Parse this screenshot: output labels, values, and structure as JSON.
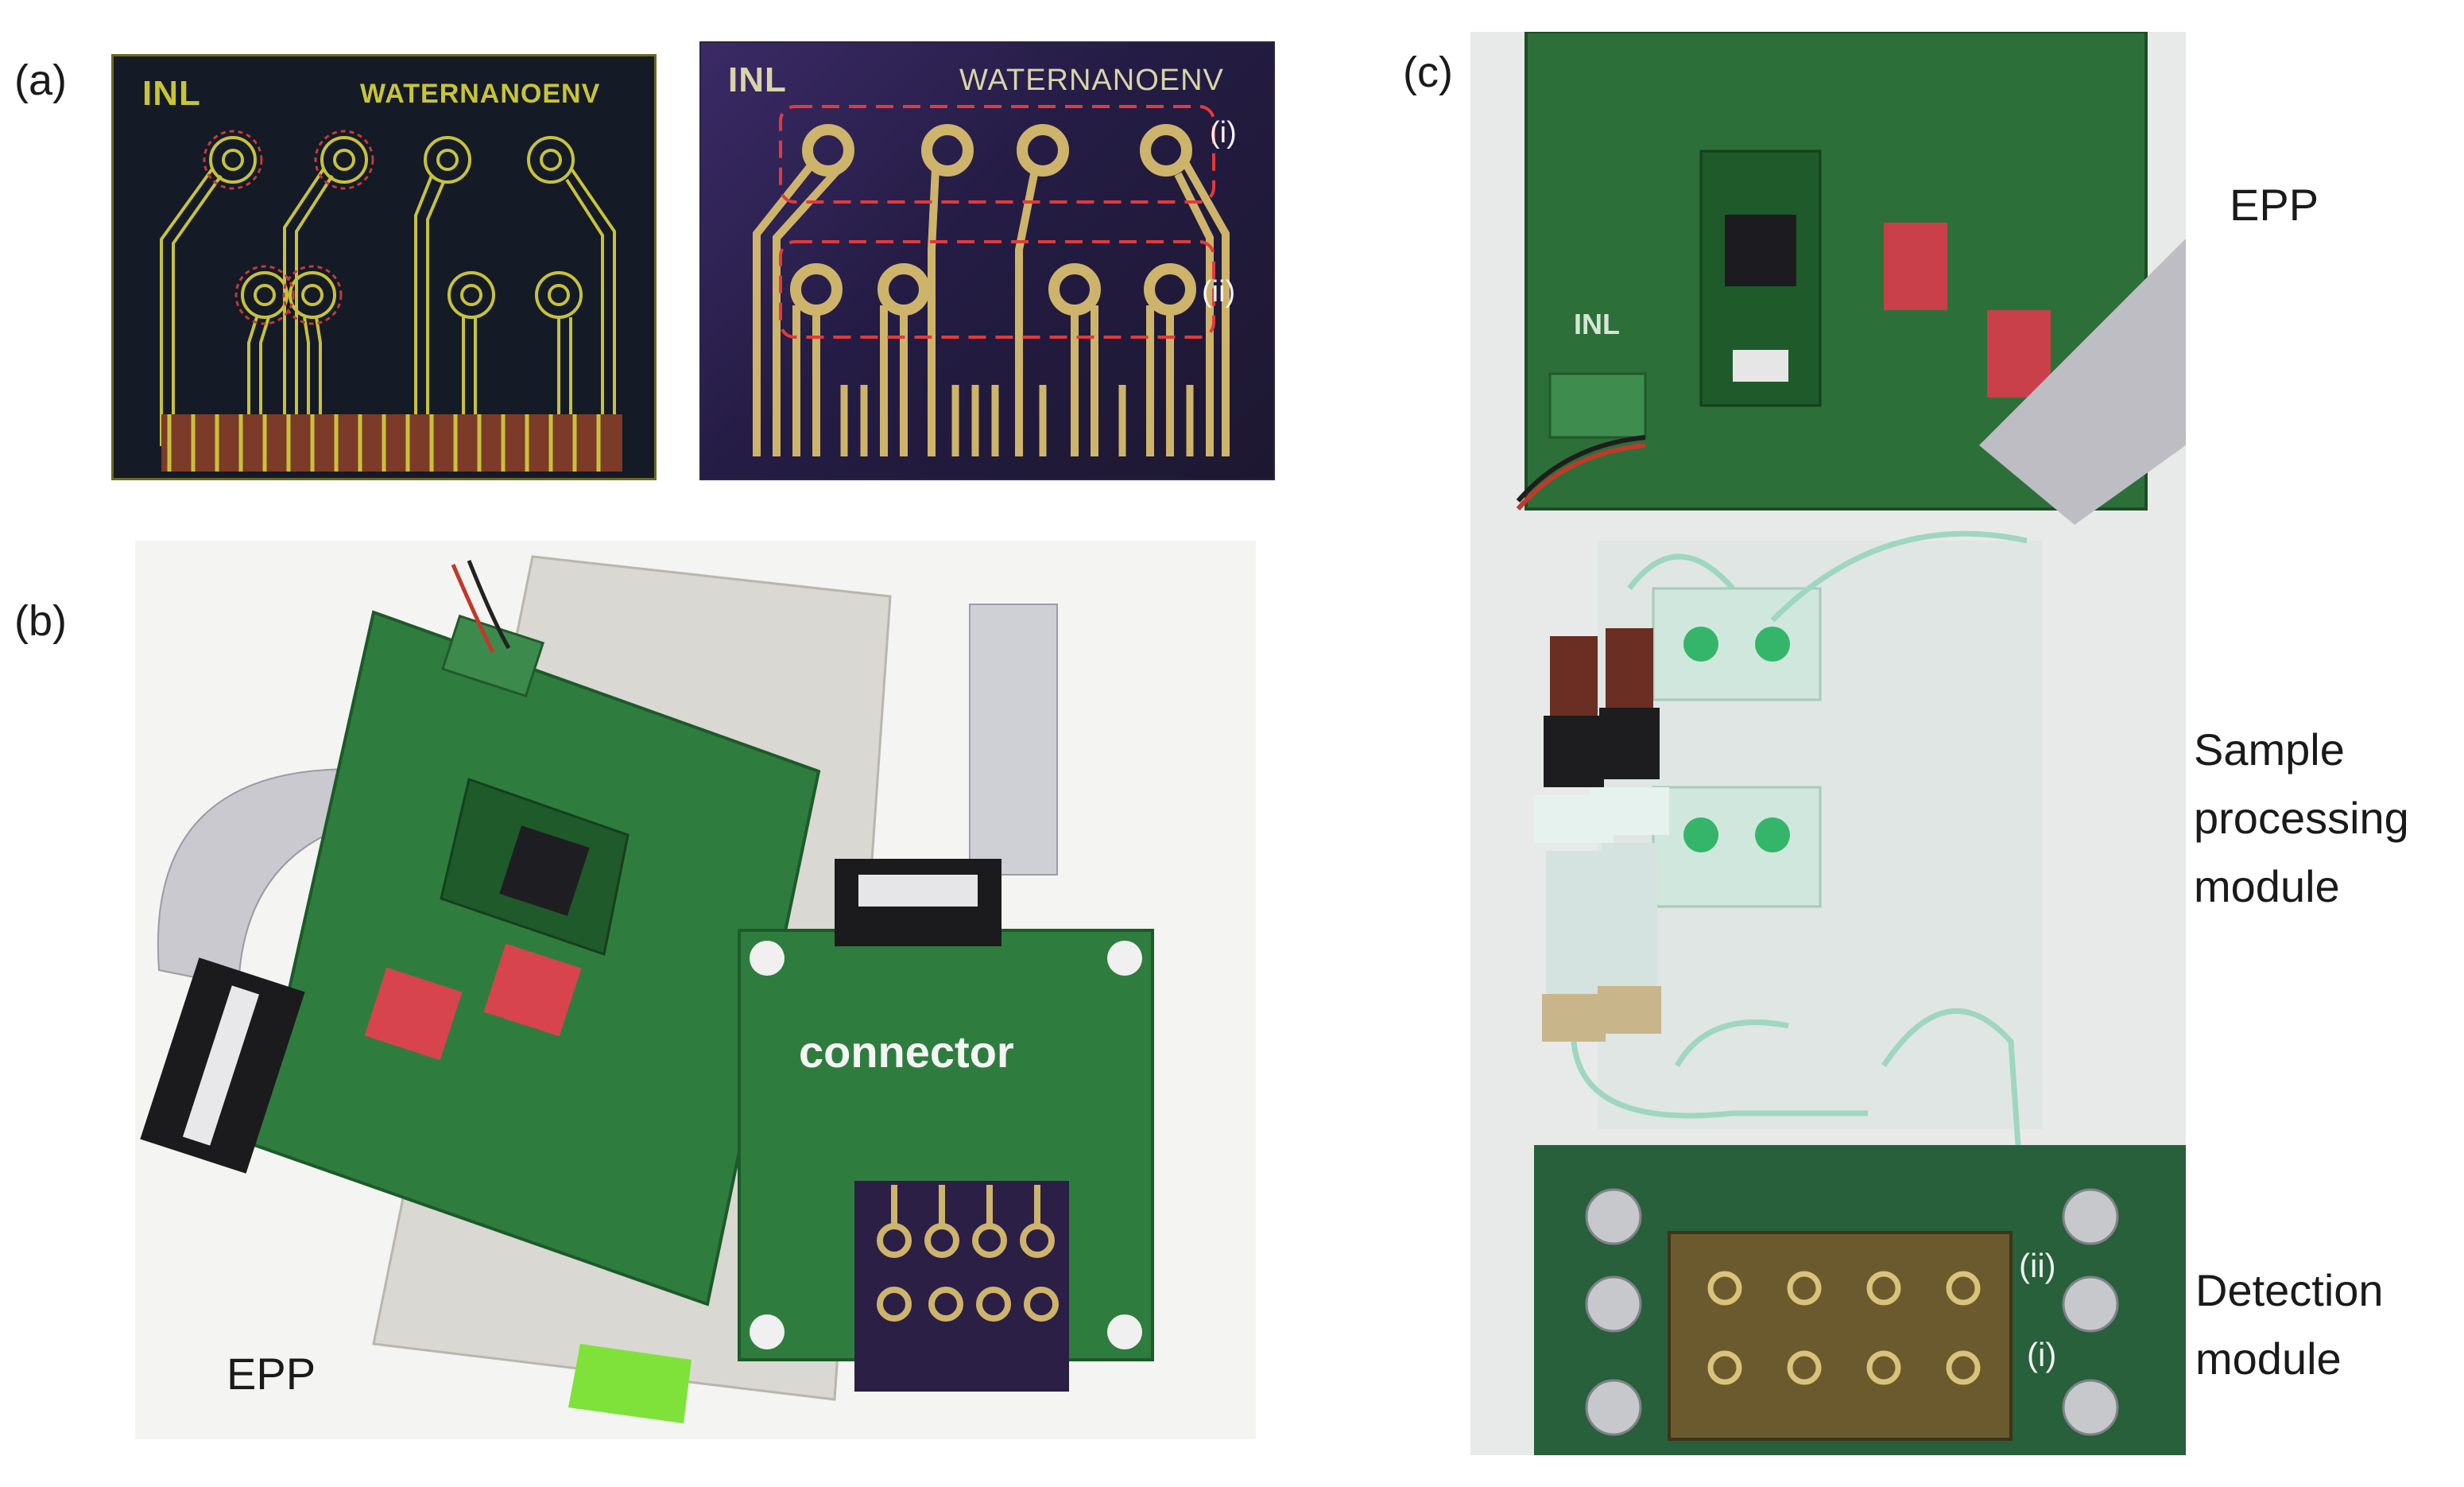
{
  "figure": {
    "panel_labels": {
      "a": "(a)",
      "b": "(b)",
      "c": "(c)"
    },
    "panel_a": {
      "logo_text": "INL",
      "project_text": "WATERNANOENV",
      "region_labels": [
        "(i)",
        "(ii)"
      ]
    },
    "panel_b": {
      "connector_label": "connector",
      "epp_label": "EPP"
    },
    "panel_c": {
      "epp_label": "EPP",
      "sample_label_lines": [
        "Sample",
        "processing",
        "module"
      ],
      "detection_label_lines": [
        "Detection",
        "module"
      ],
      "chip_labels": [
        "(ii)",
        "(i)"
      ]
    }
  }
}
